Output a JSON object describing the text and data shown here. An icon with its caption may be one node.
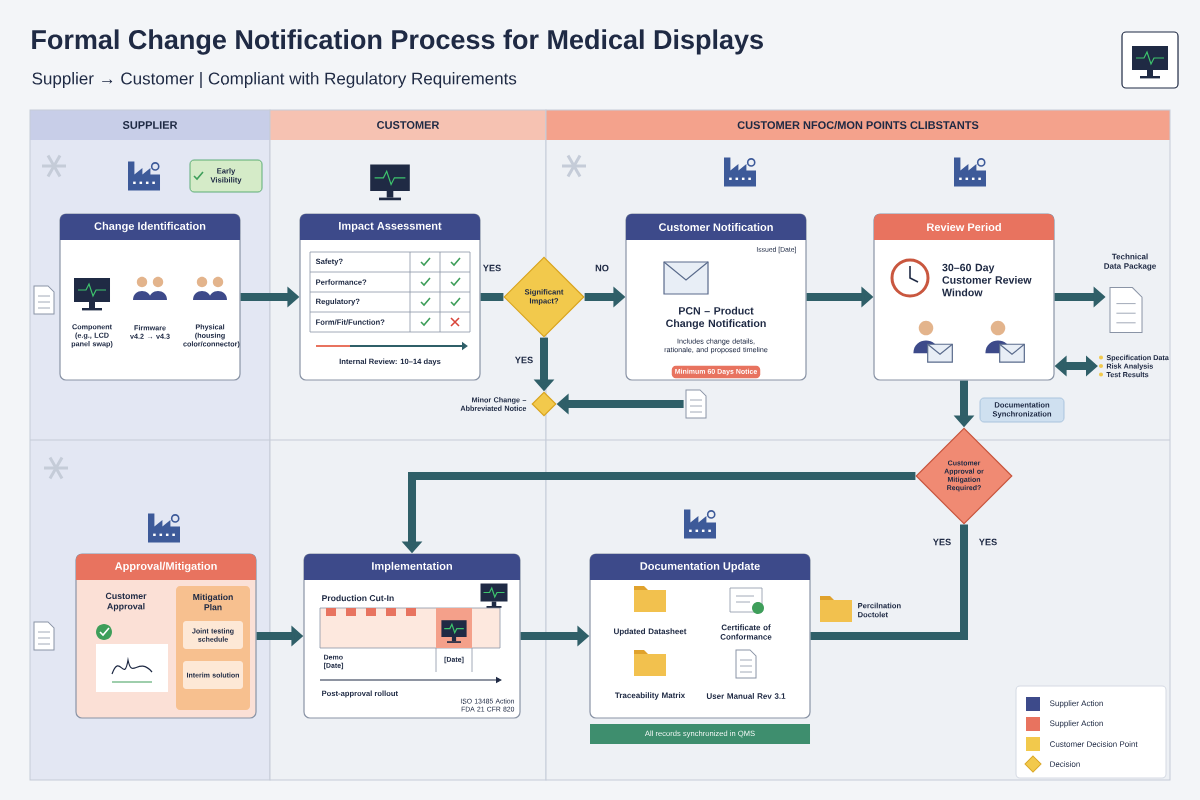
{
  "diagram": {
    "title": "Formal Change Notification Process for Medical Displays",
    "nodes": [
      {
        "text": [
          "SUPPLIER"
        ]
      },
      {
        "text": [
          "CUSTOMER"
        ]
      },
      {
        "text": [
          "CUSTOMER NFOC/MON POINTS CLIBSTANTS"
        ]
      },
      {
        "text": [
          "Change Identification",
          "Component (e.g., LCD panel swap)",
          "Firmware v4.2 → v4.3",
          "Physical (housing color/connector)"
        ],
        "in": 0
      },
      {
        "text": [
          "Early Visibility"
        ],
        "in": 0
      },
      {
        "text": [
          "Impact Assessment",
          "Safety?",
          "Performance?",
          "Regulatory?",
          "Form/Fit/Function?",
          "Internal Review: 10–14 days"
        ],
        "in": 1
      },
      {
        "text": [
          "Significant Impact?"
        ]
      },
      {
        "text": [
          "Customer Notification",
          "Issued [Date]",
          "PCN – Product Change Notification",
          "Includes change details, rationale, and proposed timeline"
        ],
        "in": 2
      },
      {
        "text": [
          "Minimum 60 Days Notice"
        ],
        "in": 7
      },
      {
        "text": [
          "Review Period",
          "30–60 Day Customer Review Window"
        ],
        "in": 2
      },
      {
        "text": [
          "Technical Data Package"
        ],
        "in": 2
      },
      {
        "text": [
          "Specification Data",
          "Risk Analysis",
          "Test Results"
        ],
        "in": 2
      },
      {
        "text": [
          "Documentation Synchronization"
        ],
        "in": 2
      },
      {
        "text": [],
        "shape": "diamond",
        "beside": [
          "Minor Change – Abbreviated Notice"
        ]
      },
      {
        "text": [],
        "shape": "picture",
        "in": 2
      },
      {
        "text": [
          "Customer Approval or Mitigation Required?"
        ],
        "in": 2
      },
      {
        "text": [
          "Approval/Mitigation",
          "Customer Approval"
        ],
        "in": 0
      },
      {
        "text": [
          "Mitigation Plan"
        ],
        "in": 16
      },
      {
        "text": [
          "Joint testing schedule"
        ],
        "in": 17
      },
      {
        "text": [
          "Interim solution"
        ],
        "in": 17
      },
      {
        "text": [
          "Implementation",
          "Production Cut-In",
          "Demo [Date]",
          "[Date]",
          "Post-approval rollout",
          "ISO 13485 Action FDA 21 CFR 820"
        ],
        "in": 1
      },
      {
        "text": [
          "Documentation Update",
          "Updated Datasheet",
          "Certificate of Conformance",
          "Traceability Matrix",
          "User Manual Rev 3.1"
        ],
        "in": 2
      },
      {
        "text": [
          "All records synchronized in QMS"
        ],
        "in": 2
      }
    ],
    "edges": [
      {
        "from": 3,
        "to": 5,
        "arrow": "to"
      },
      {
        "from": 5,
        "to": 6,
        "arrow": "none",
        "label": "YES"
      },
      {
        "from": 6,
        "to": 7,
        "arrow": "to",
        "label": "NO"
      },
      {
        "from": 6,
        "to": 13,
        "arrow": "to",
        "label": "YES"
      },
      {
        "from": 14,
        "to": 13,
        "arrow": "to"
      },
      {
        "from": 7,
        "to": 9,
        "arrow": "to"
      },
      {
        "from": 9,
        "to": 10,
        "arrow": "to"
      },
      {
        "from": 9,
        "to": 11,
        "arrow": "both"
      },
      {
        "from": 9,
        "to": 15,
        "arrow": "to"
      },
      {
        "from": 15,
        "to": 20,
        "arrow": "to"
      },
      {
        "from": 15,
        "to": 21,
        "arrow": "none",
        "label": "YES"
      },
      {
        "from": 16,
        "to": 20,
        "arrow": "to"
      },
      {
        "from": 20,
        "to": 21,
        "arrow": "to"
      }
    ],
    "labels": [
      "Supplier → Customer | Compliant with Regulatory Requirements",
      "YES",
      "Percilnation Doctolet"
    ],
    "legend": [
      {
        "text": "Supplier Action",
        "color": "#3d4a8a"
      },
      {
        "text": "Supplier Action",
        "color": "#e8735f"
      },
      {
        "text": "Customer Decision Point",
        "color": "#f2c94c"
      },
      {
        "text": "Decision"
      }
    ]
  }
}
